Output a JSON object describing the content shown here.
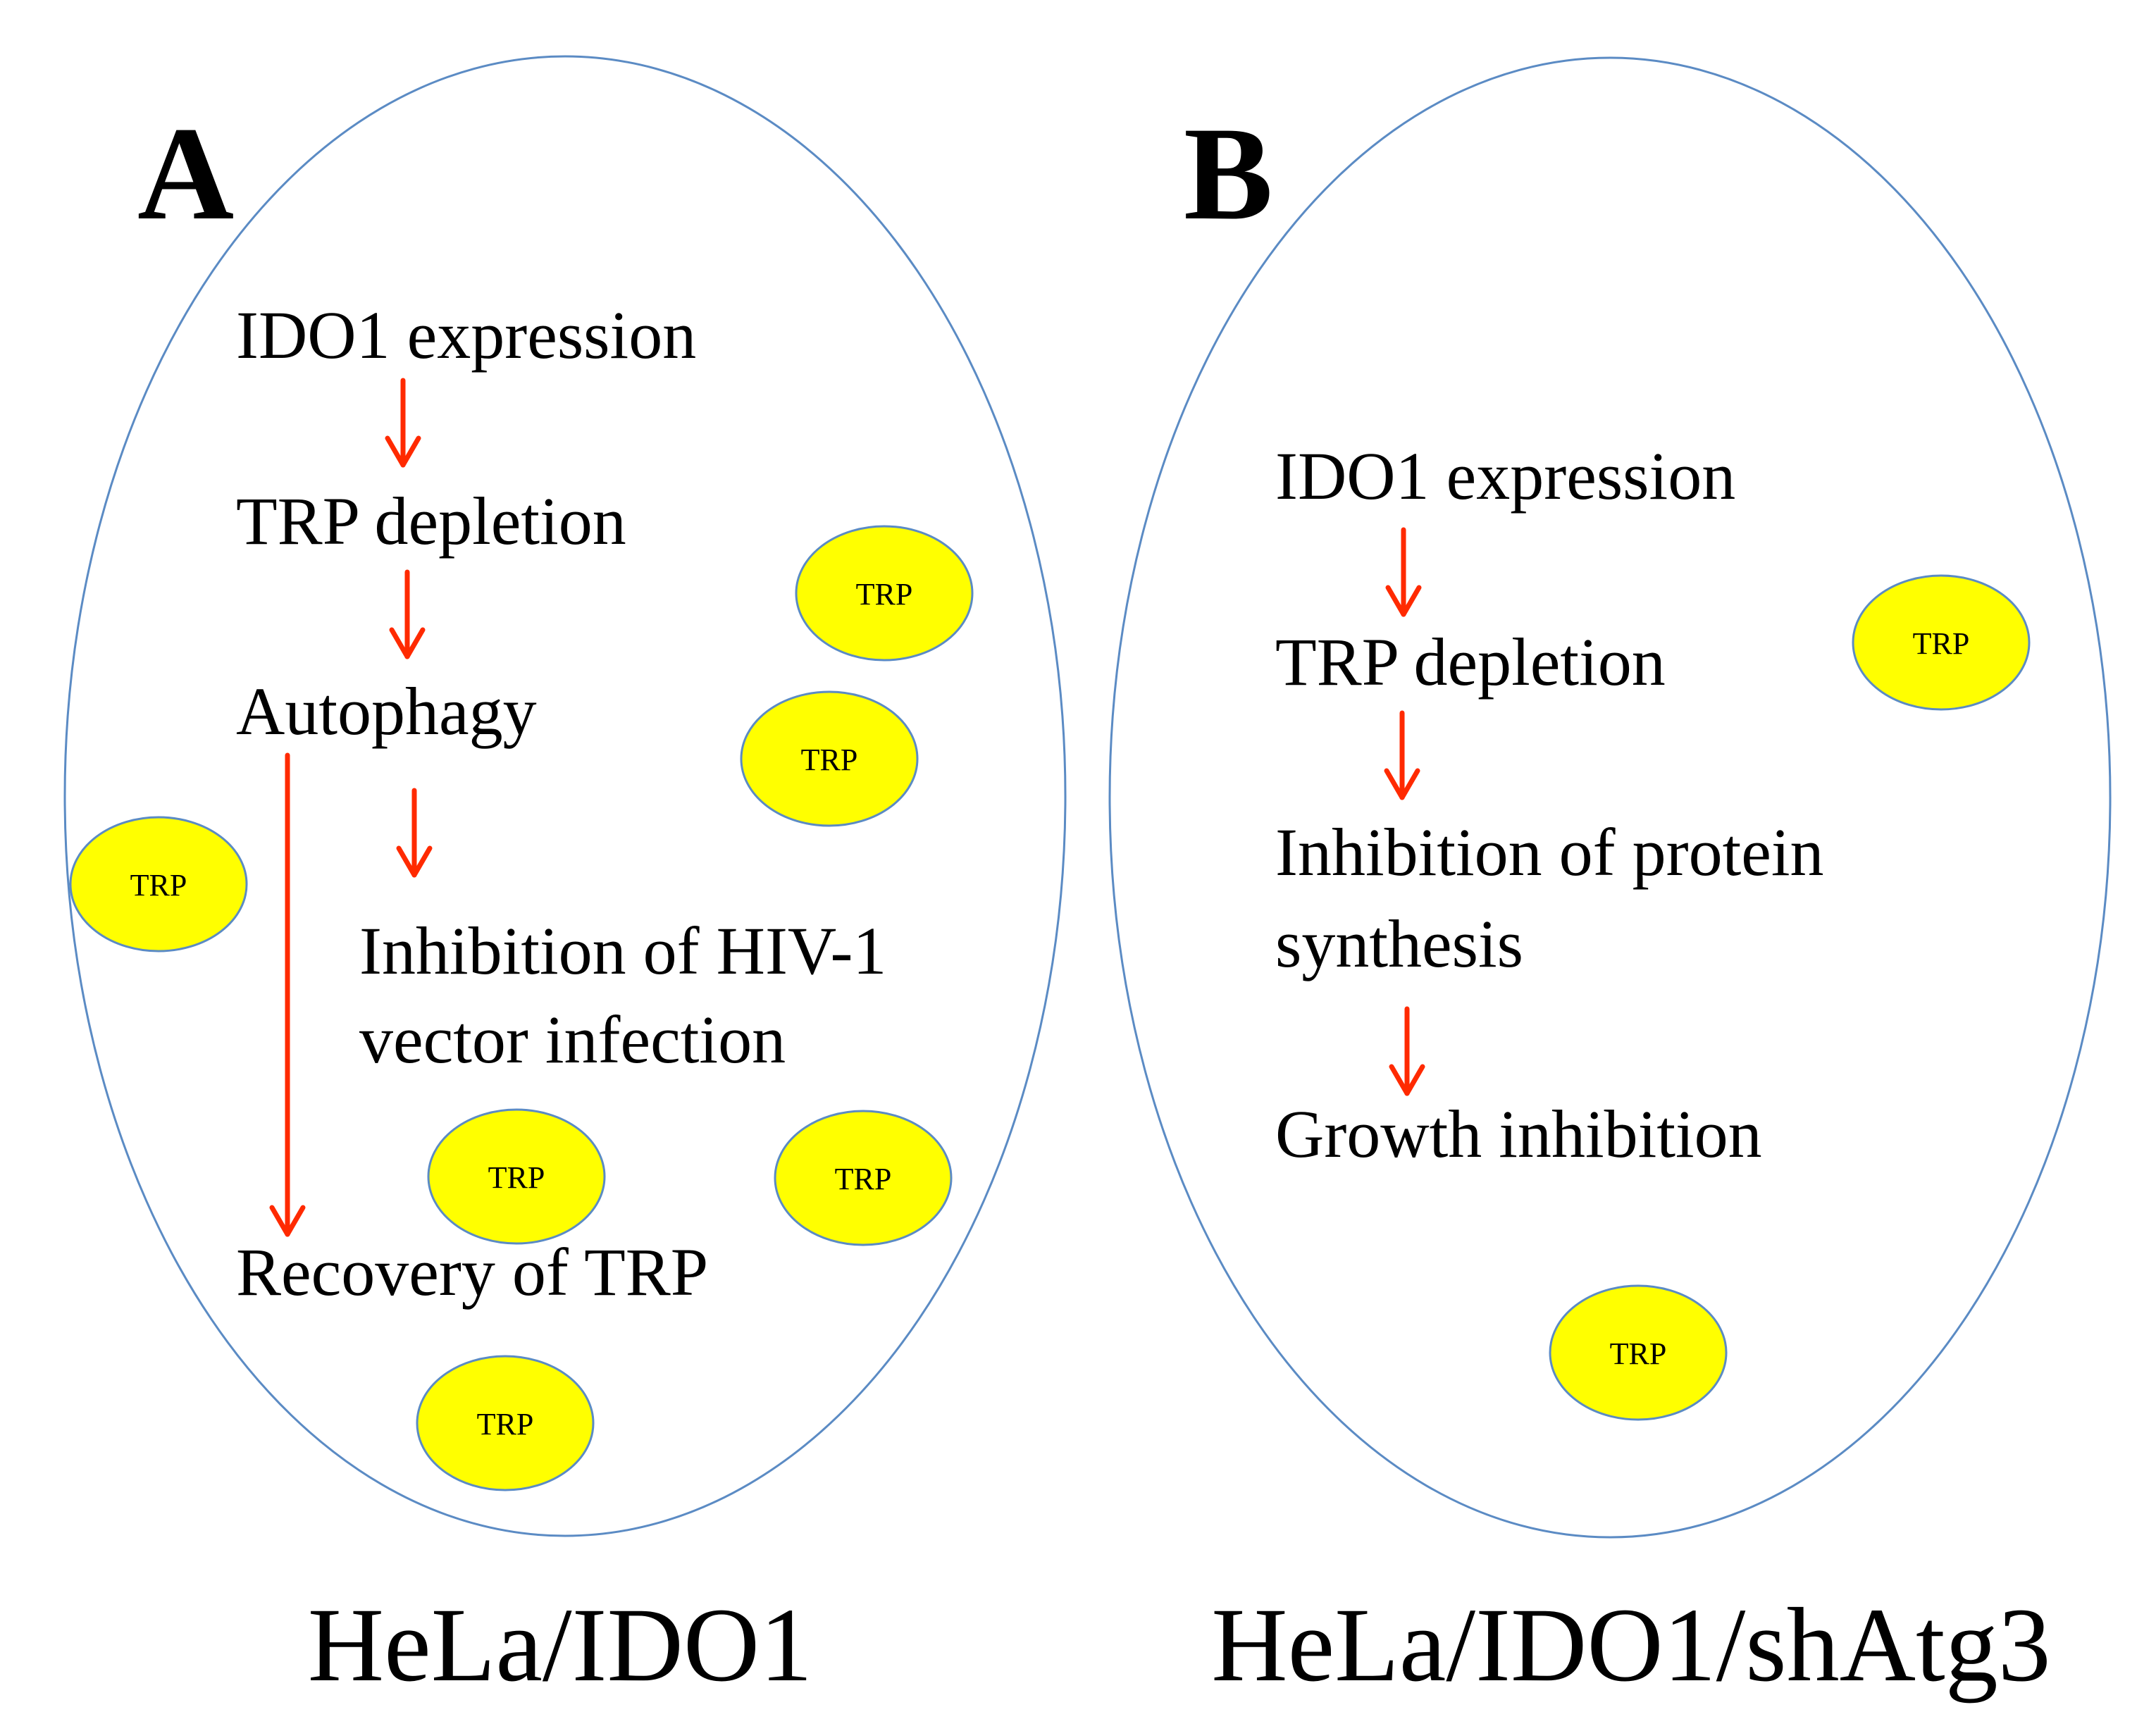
{
  "panel_a": {
    "letter": "A",
    "steps": {
      "ido1": "IDO1 expression",
      "trp_depletion": "TRP depletion",
      "autophagy": "Autophagy",
      "inhibition_line1": "Inhibition of HIV-1",
      "inhibition_line2": "vector infection",
      "recovery": "Recovery of TRP"
    },
    "caption": "HeLa/IDO1"
  },
  "panel_b": {
    "letter": "B",
    "steps": {
      "ido1": "IDO1 expression",
      "trp_depletion": "TRP depletion",
      "inhibition_line1": "Inhibition of protein",
      "inhibition_line2": "synthesis",
      "growth": "Growth inhibition"
    },
    "caption": "HeLa/IDO1/shAtg3"
  },
  "trp_label": "TRP",
  "colors": {
    "arrow": "#ff2a00",
    "trp_fill": "#ffff00",
    "outline": "#5b8bc4"
  }
}
